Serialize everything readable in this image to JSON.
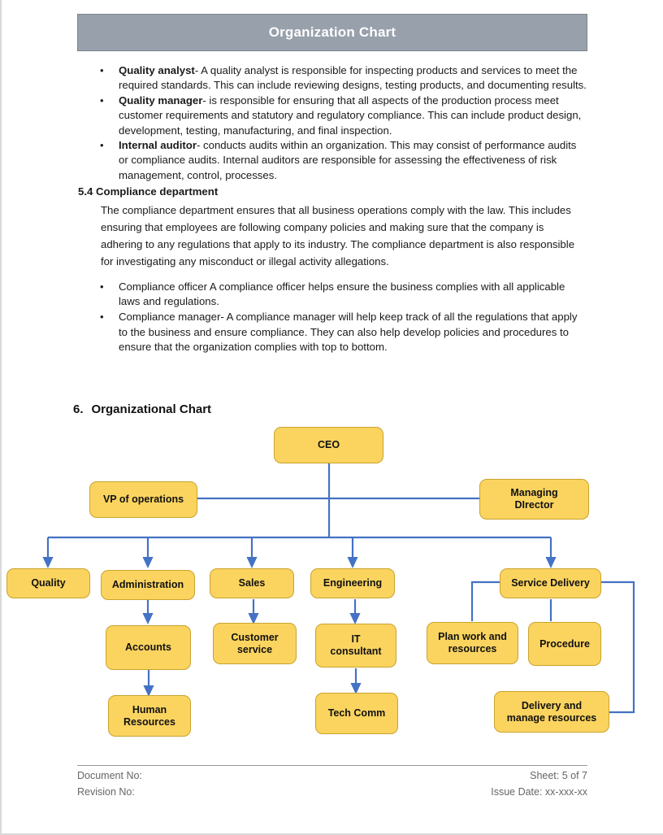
{
  "banner": {
    "title": "Organization Chart"
  },
  "body": {
    "bullets_top": [
      {
        "term": "Quality analyst",
        "text": "- A quality analyst is responsible for inspecting products and services to meet the required standards. This can include reviewing designs, testing products, and documenting results."
      },
      {
        "term": "Quality manager",
        "text": "- is responsible for ensuring that all aspects of the production process meet customer requirements and statutory and regulatory compliance. This can include product design, development, testing, manufacturing, and final inspection."
      },
      {
        "term": "Internal auditor",
        "text": "- conducts audits within an organization. This may consist of performance audits or compliance audits. Internal auditors are responsible for assessing the effectiveness of risk management, control, processes."
      }
    ],
    "section_heading": "5.4 Compliance department",
    "section_paragraph": "The compliance department ensures that all business operations comply with the law. This includes ensuring that employees are following company policies and making sure that the company is adhering to any regulations that apply to its industry. The compliance department is also responsible for investigating any misconduct or illegal activity allegations.",
    "bullets_bottom": [
      {
        "term": "",
        "text": "Compliance officer A compliance officer helps ensure the business complies with all applicable laws and regulations."
      },
      {
        "term": "",
        "text": "Compliance manager- A compliance manager will help keep track of all the regulations that apply to the business and ensure compliance. They can also help develop policies and procedures to ensure that the organization complies with top to bottom."
      }
    ]
  },
  "chart_heading": {
    "number": "6.",
    "title": "Organizational Chart"
  },
  "chart_data": {
    "type": "diagram",
    "title": "Organizational Chart",
    "node_fill": "#fbd45f",
    "node_border": "#c8a32e",
    "connector_color": "#4472c4",
    "nodes": [
      {
        "id": "ceo",
        "label": "CEO",
        "level": 0
      },
      {
        "id": "vp_operations",
        "label": "VP of operations",
        "level": 1
      },
      {
        "id": "managing_director",
        "label": "Managing\nDIrector",
        "level": 1
      },
      {
        "id": "quality",
        "label": "Quality",
        "level": 2
      },
      {
        "id": "administration",
        "label": "Administration",
        "level": 2
      },
      {
        "id": "sales",
        "label": "Sales",
        "level": 2
      },
      {
        "id": "engineering",
        "label": "Engineering",
        "level": 2
      },
      {
        "id": "service_delivery",
        "label": "Service Delivery",
        "level": 2
      },
      {
        "id": "accounts",
        "label": "Accounts",
        "level": 3
      },
      {
        "id": "customer_service",
        "label": "Customer\nservice",
        "level": 3
      },
      {
        "id": "it_consultant",
        "label": "IT\nconsultant",
        "level": 3
      },
      {
        "id": "plan_work",
        "label": "Plan work and\nresources",
        "level": 3
      },
      {
        "id": "procedure",
        "label": "Procedure",
        "level": 3
      },
      {
        "id": "human_resources",
        "label": "Human\nResources",
        "level": 4
      },
      {
        "id": "tech_comm",
        "label": "Tech Comm",
        "level": 4
      },
      {
        "id": "delivery_manage",
        "label": "Delivery and\nmanage resources",
        "level": 4
      }
    ],
    "edges": [
      {
        "from": "ceo",
        "to": "vp_operations"
      },
      {
        "from": "ceo",
        "to": "managing_director"
      },
      {
        "from": "ceo",
        "to": "quality"
      },
      {
        "from": "ceo",
        "to": "administration"
      },
      {
        "from": "ceo",
        "to": "sales"
      },
      {
        "from": "ceo",
        "to": "engineering"
      },
      {
        "from": "ceo",
        "to": "service_delivery"
      },
      {
        "from": "administration",
        "to": "accounts"
      },
      {
        "from": "sales",
        "to": "customer_service"
      },
      {
        "from": "engineering",
        "to": "it_consultant"
      },
      {
        "from": "service_delivery",
        "to": "plan_work"
      },
      {
        "from": "service_delivery",
        "to": "procedure"
      },
      {
        "from": "service_delivery",
        "to": "delivery_manage"
      },
      {
        "from": "accounts",
        "to": "human_resources"
      },
      {
        "from": "it_consultant",
        "to": "tech_comm"
      }
    ],
    "labels": {
      "ceo": "CEO",
      "vp_operations": "VP of operations",
      "managing_director_line1": "Managing",
      "managing_director_line2": "DIrector",
      "quality": "Quality",
      "administration": "Administration",
      "sales": "Sales",
      "engineering": "Engineering",
      "service_delivery": "Service Delivery",
      "accounts": "Accounts",
      "customer_service_line1": "Customer",
      "customer_service_line2": "service",
      "it_consultant_line1": "IT",
      "it_consultant_line2": "consultant",
      "plan_work_line1": "Plan work and",
      "plan_work_line2": "resources",
      "procedure": "Procedure",
      "human_resources_line1": "Human",
      "human_resources_line2": "Resources",
      "tech_comm": "Tech Comm",
      "delivery_manage_line1": "Delivery and",
      "delivery_manage_line2": "manage resources"
    }
  },
  "footer": {
    "document_no": "Document No:",
    "revision_no": "Revision No:",
    "sheet": "Sheet: 5 of 7",
    "issue_date": "Issue Date: xx-xxx-xx"
  }
}
